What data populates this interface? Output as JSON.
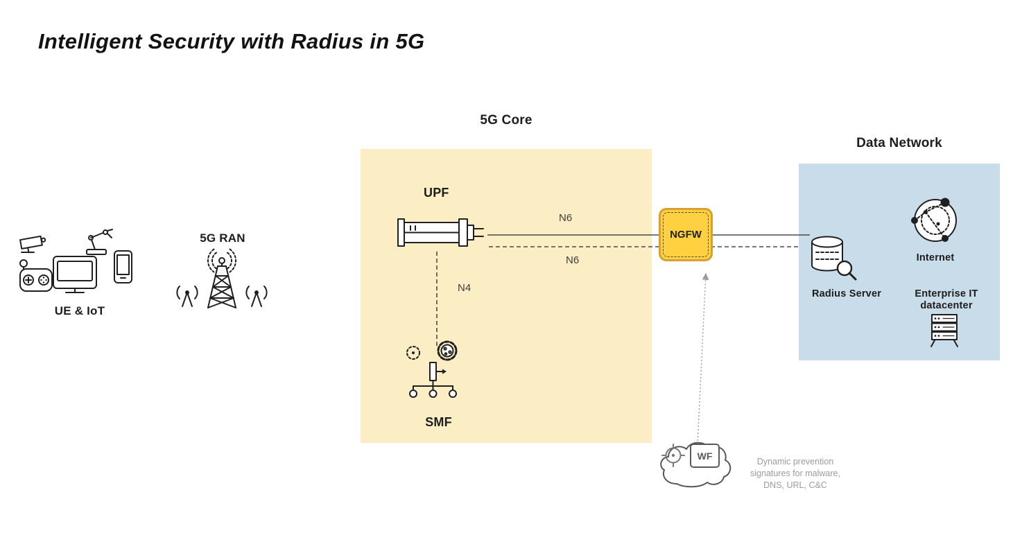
{
  "title": "Intelligent Security with Radius in 5G",
  "regions": {
    "core": {
      "label": "5G Core"
    },
    "data_network": {
      "label": "Data Network"
    }
  },
  "nodes": {
    "ue_iot": {
      "label": "UE & IoT"
    },
    "ran": {
      "label": "5G RAN"
    },
    "upf": {
      "label": "UPF"
    },
    "smf": {
      "label": "SMF"
    },
    "ngfw": {
      "label": "NGFW"
    },
    "radius_server": {
      "label": "Radius Server"
    },
    "internet": {
      "label": "Internet"
    },
    "datacenter": {
      "label": "Enterprise IT datacenter"
    },
    "wildfire": {
      "label": "WF"
    }
  },
  "links": {
    "n6_top": {
      "label": "N6"
    },
    "n6_bottom": {
      "label": "N6"
    },
    "n4": {
      "label": "N4"
    }
  },
  "annotation": {
    "text": "Dynamic prevention signatures for malware, DNS, URL, C&C"
  },
  "icons": {
    "ue_iot": "devices-cluster-icon",
    "ran": "radio-tower-icon",
    "upf": "server-plug-icon",
    "smf": "gear-orgchart-icon",
    "radius_server": "database-search-icon",
    "internet": "network-globe-icon",
    "datacenter": "server-rack-icon",
    "wildfire_cloud": "cloud-icon",
    "wildfire_target": "crosshair-icon"
  },
  "colors": {
    "core-bg": "#FBEDC4",
    "data-network-bg": "#C9DCEA",
    "ngfw-fill": "#FFD140",
    "ngfw-border": "#DB9F2E",
    "line": "#4a4a4a",
    "annotation-text": "#9B9B9B"
  }
}
